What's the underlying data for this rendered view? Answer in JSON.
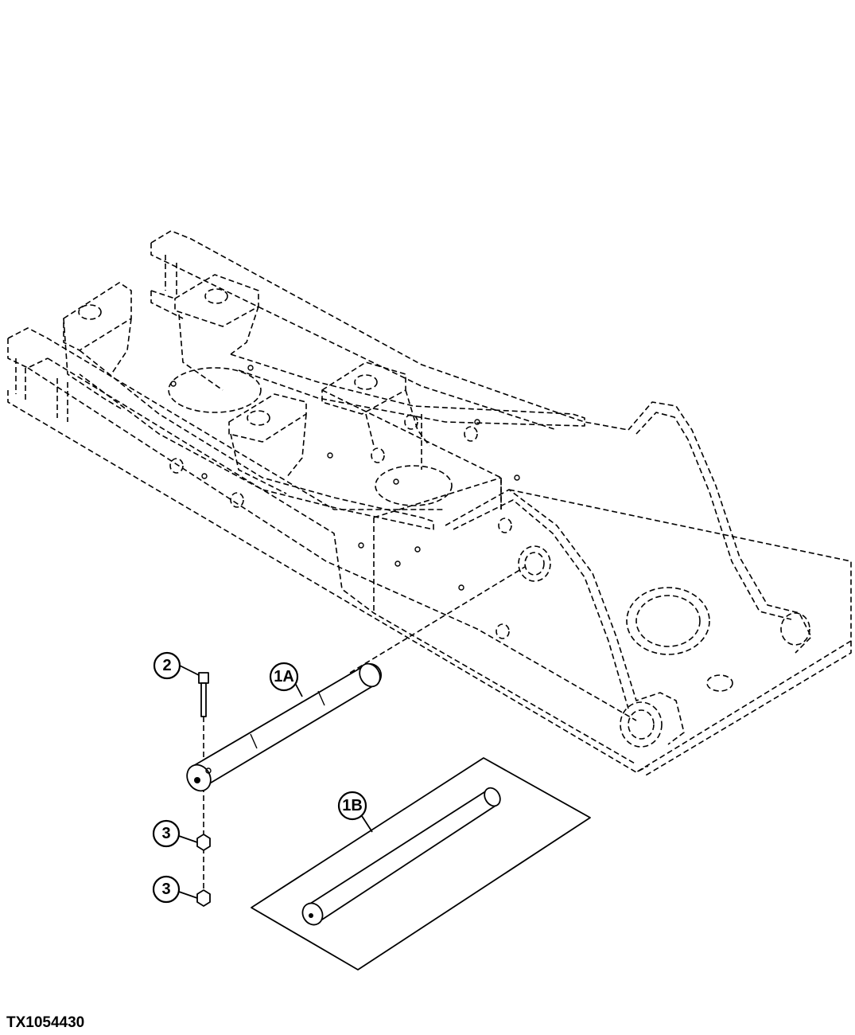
{
  "figure_id": "TX1054430",
  "callouts": {
    "item_2": "2",
    "item_1a": "1A",
    "item_3_upper": "3",
    "item_3_lower": "3",
    "item_1b": "1B"
  }
}
